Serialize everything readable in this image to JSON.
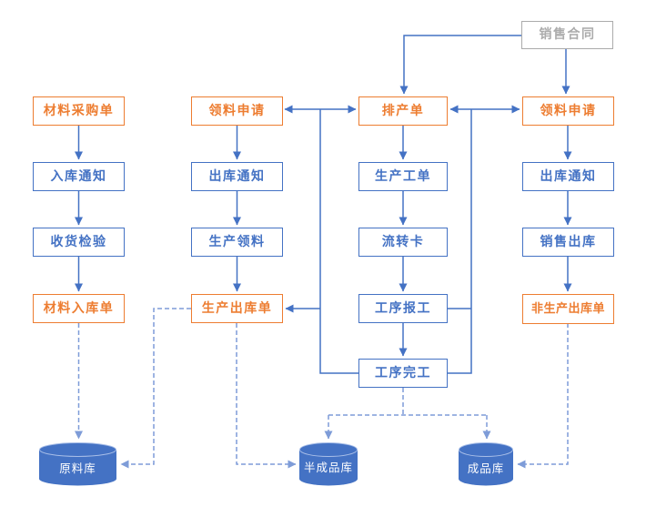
{
  "colors": {
    "accent_orange": "#ED7D31",
    "accent_blue": "#4472C4",
    "muted_gray": "#ABABAB",
    "dashed_blue": "#7E9CD8",
    "cylinder_fill": "#4472C4",
    "cylinder_text": "#FFFFFF"
  },
  "nodes": {
    "sales_contract": "销售合同",
    "material_purchase": "材料采购单",
    "inbound_notice": "入库通知",
    "receiving_inspection": "收货检验",
    "material_inbound": "材料入库单",
    "picking_request_left": "领料申请",
    "outbound_notice_left": "出库通知",
    "production_picking": "生产领料",
    "production_outbound": "生产出库单",
    "production_schedule": "排产单",
    "production_work_order": "生产工单",
    "flow_card": "流转卡",
    "process_reporting": "工序报工",
    "process_completion": "工序完工",
    "picking_request_right": "领料申请",
    "outbound_notice_right": "出库通知",
    "sales_outbound": "销售出库",
    "non_production_outbound": "非生产出库单",
    "raw_material_store": "原料库",
    "semi_finished_store": "半成品库",
    "finished_store": "成品库"
  }
}
